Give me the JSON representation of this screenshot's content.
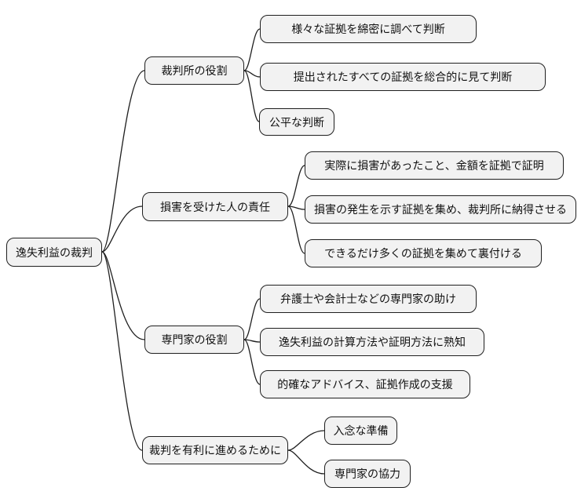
{
  "diagram": {
    "type": "mindmap",
    "root": {
      "label": "逸失利益の裁判"
    },
    "branches": [
      {
        "label": "裁判所の役割",
        "children": [
          {
            "label": "様々な証拠を綿密に調べて判断"
          },
          {
            "label": "提出されたすべての証拠を総合的に見て判断"
          },
          {
            "label": "公平な判断"
          }
        ]
      },
      {
        "label": "損害を受けた人の責任",
        "children": [
          {
            "label": "実際に損害があったこと、金額を証拠で証明"
          },
          {
            "label": "損害の発生を示す証拠を集め、裁判所に納得させる"
          },
          {
            "label": "できるだけ多くの証拠を集めて裏付ける"
          }
        ]
      },
      {
        "label": "専門家の役割",
        "children": [
          {
            "label": "弁護士や会計士などの専門家の助け"
          },
          {
            "label": "逸失利益の計算方法や証明方法に熟知"
          },
          {
            "label": "的確なアドバイス、証拠作成の支援"
          }
        ]
      },
      {
        "label": "裁判を有利に進めるために",
        "children": [
          {
            "label": "入念な準備"
          },
          {
            "label": "専門家の協力"
          }
        ]
      }
    ],
    "colors": {
      "background": "#ffffff",
      "node_fill": "#f2f2f2",
      "node_border": "#1f1f1f",
      "edge": "#1f1f1f"
    }
  }
}
